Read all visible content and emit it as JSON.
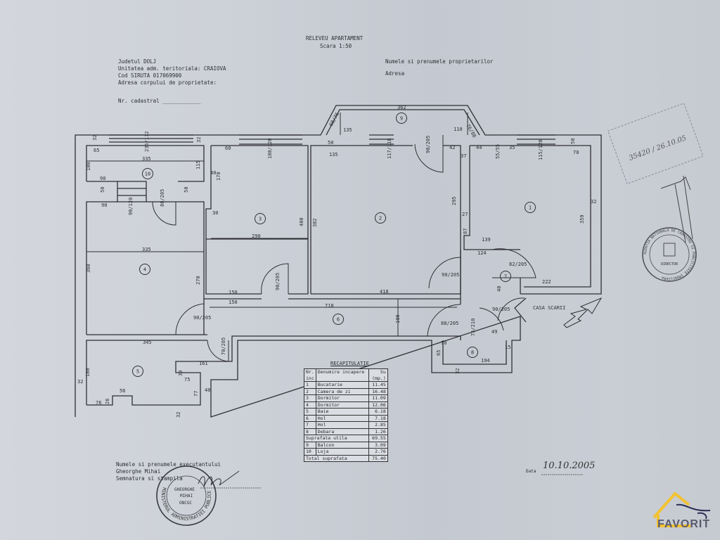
{
  "header": {
    "title": "RELEVEU APARTAMENT",
    "scale": "Scara 1:50",
    "county": "Judetul DOLJ",
    "admin_unit": "Unitatea adm. teritoriala: CRAIOVA",
    "siruta": "Cod SIRUTA 017069900",
    "property_address": "Adresa corpului de proprietate:",
    "cadastral": "Nr. cadastral ____________",
    "owners": "Numele si prenumele proprietarilor",
    "address": "Adresa"
  },
  "footer": {
    "executant_label": "Numele si prenumele executantului",
    "executant_name": "Gheorghe Mihai",
    "signature_label": "Semnatura si stampila",
    "date_label": "Data",
    "date_value": "10.10.2005"
  },
  "stamps": {
    "left_ring": "MINISTERUL ADMINISTRATIEI PUBLICE",
    "left_bottom": "ONCGC",
    "left_name1": "GHEORGHE",
    "left_name2": "MIHAI",
    "right_ring": "AGENTIA NATIONALA DE CADASTRU SI PUBLICITATE IMOBILIARA",
    "right_center": "DIRECTOR",
    "registration": "35420 / 26.10.05"
  },
  "plan": {
    "rooms": [
      "1",
      "2",
      "3",
      "4",
      "5",
      "6",
      "7",
      "8",
      "9",
      "10"
    ],
    "stair_label": "CASA SCARII",
    "dimensions": [
      "32",
      "65",
      "335",
      "100",
      "90",
      "115",
      "40",
      "50",
      "50",
      "90",
      "80/205",
      "90/120",
      "335",
      "360",
      "270",
      "60",
      "180/120",
      "170",
      "30",
      "290",
      "400",
      "150",
      "90/205",
      "50",
      "135",
      "117/118",
      "90/205",
      "382",
      "418",
      "42",
      "37",
      "44",
      "55/55",
      "35",
      "115/120",
      "50",
      "70",
      "359",
      "32",
      "295",
      "27",
      "87",
      "139",
      "124",
      "82/205",
      "222",
      "40",
      "90/205",
      "362",
      "135",
      "110",
      "68/76",
      "76/88",
      "150",
      "718",
      "100",
      "90/205",
      "88/205",
      "90/205",
      "75/210",
      "49",
      "345",
      "70/205",
      "180",
      "32",
      "161",
      "30",
      "75",
      "77",
      "40",
      "56",
      "76",
      "26",
      "32",
      "70",
      "65",
      "194",
      "32",
      "15",
      "235/112",
      "32"
    ]
  },
  "recap": {
    "title": "RECAPITULATIE",
    "headers": [
      "Nr. inc",
      "Denumire incapere",
      "Su (mp.)"
    ],
    "rows": [
      {
        "nr": "1",
        "name": "Bucatarie",
        "su": "11.45"
      },
      {
        "nr": "2",
        "name": "Camera de zi",
        "su": "16.48"
      },
      {
        "nr": "3",
        "name": "Dormitor",
        "su": "11.09"
      },
      {
        "nr": "4",
        "name": "Dormitor",
        "su": "12.06"
      },
      {
        "nr": "5",
        "name": "Baie",
        "su": "6.18"
      },
      {
        "nr": "6",
        "name": "Hol",
        "su": "7.18"
      },
      {
        "nr": "7",
        "name": "Hol",
        "su": "2.85"
      },
      {
        "nr": "8",
        "name": "Debara",
        "su": "1.26"
      }
    ],
    "useful_label": "Suprafata utila",
    "useful_value": "69.55",
    "extra_rows": [
      {
        "nr": "9",
        "name": "Balcon",
        "su": "3.09"
      },
      {
        "nr": "10",
        "name": "Loja",
        "su": "2.76"
      }
    ],
    "total_label": "Total suprafata",
    "total_value": "75.40"
  },
  "logo": {
    "text": "FAVORIT",
    "color": "#f2c230"
  }
}
